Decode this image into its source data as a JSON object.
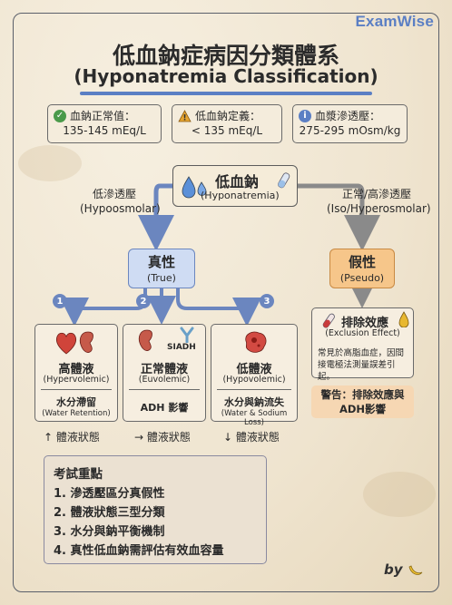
{
  "brand": "ExamWise",
  "title": {
    "zh": "低血鈉症病因分類體系",
    "en": "(Hyponatremia Classification)"
  },
  "info": [
    {
      "label": "血鈉正常值：",
      "value": "135-145 mEq/L",
      "icon": "check-circle-icon",
      "color": "#4a9a4a"
    },
    {
      "label": "低血鈉定義：",
      "value": "< 135 mEq/L",
      "icon": "warning-icon",
      "color": "#e0a030"
    },
    {
      "label": "血漿滲透壓：",
      "value": "275-295 mOsm/kg",
      "icon": "info-icon",
      "color": "#5b7fc4"
    }
  ],
  "root": {
    "zh": "低血鈉",
    "en": "(Hyponatremia)"
  },
  "left_branch": {
    "zh": "低滲透壓",
    "en": "(Hypoosmolar)"
  },
  "right_branch": {
    "zh": "正常/高滲透壓",
    "en": "(Iso/Hyperosmolar)"
  },
  "true_box": {
    "zh": "真性",
    "en": "(True)"
  },
  "pseudo_box": {
    "zh": "假性",
    "en": "(Pseudo)"
  },
  "numbers": [
    "1",
    "2",
    "3"
  ],
  "volume_types": [
    {
      "zh": "高體液",
      "en": "(Hypervolemic)",
      "mech": "水分滯留",
      "mech_en": "(Water Retention)",
      "status": "↑ 體液狀態",
      "icon": "heart-kidney-icon"
    },
    {
      "zh": "正常體液",
      "en": "(Euvolemic)",
      "mech": "ADH 影響",
      "mech_en": "",
      "status": "→ 體液狀態",
      "icon": "kidney-receptor-icon",
      "tag": "SIADH"
    },
    {
      "zh": "低體液",
      "en": "(Hypovolemic)",
      "mech": "水分與鈉流失",
      "mech_en": "(Water & Sodium Loss)",
      "status": "↓ 體液狀態",
      "icon": "cell-icon"
    }
  ],
  "exclusion": {
    "zh": "排除效應",
    "en": "(Exclusion Effect)",
    "desc": "常見於高脂血症，因間接電極法測量誤差引起。"
  },
  "warning": "警告：排除效應與ADH影響",
  "exam": {
    "heading": "考試重點",
    "items": [
      "1. 滲透壓區分真假性",
      "2. 體液狀態三型分類",
      "3. 水分與鈉平衡機制",
      "4. 真性低血鈉需評估有效血容量"
    ]
  },
  "by": "by"
}
